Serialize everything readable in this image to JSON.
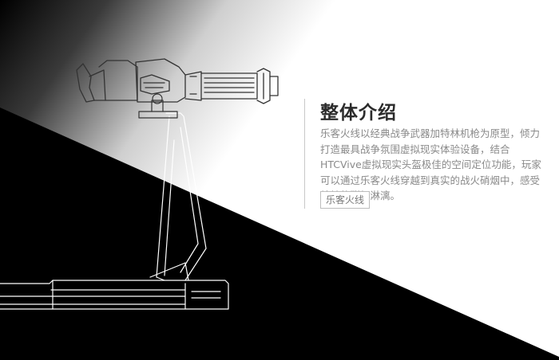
{
  "intro": {
    "title": "整体介绍",
    "description": "乐客火线以经典战争武器加特林机枪为原型，倾力打造最具战争氛围虚拟现实体验设备，结合HTCVive虚拟现实头盔极佳的空间定位功能，玩家可以通过乐客火线穿越到真实的战火硝烟中，感受纯粹的酣畅淋漓。",
    "tag_label": "乐客火线"
  },
  "colors": {
    "background_light": "#ffffff",
    "background_dark": "#000000",
    "title": "#2b2b2b",
    "text": "#8a8a8a",
    "line_art": "#ffffff"
  }
}
